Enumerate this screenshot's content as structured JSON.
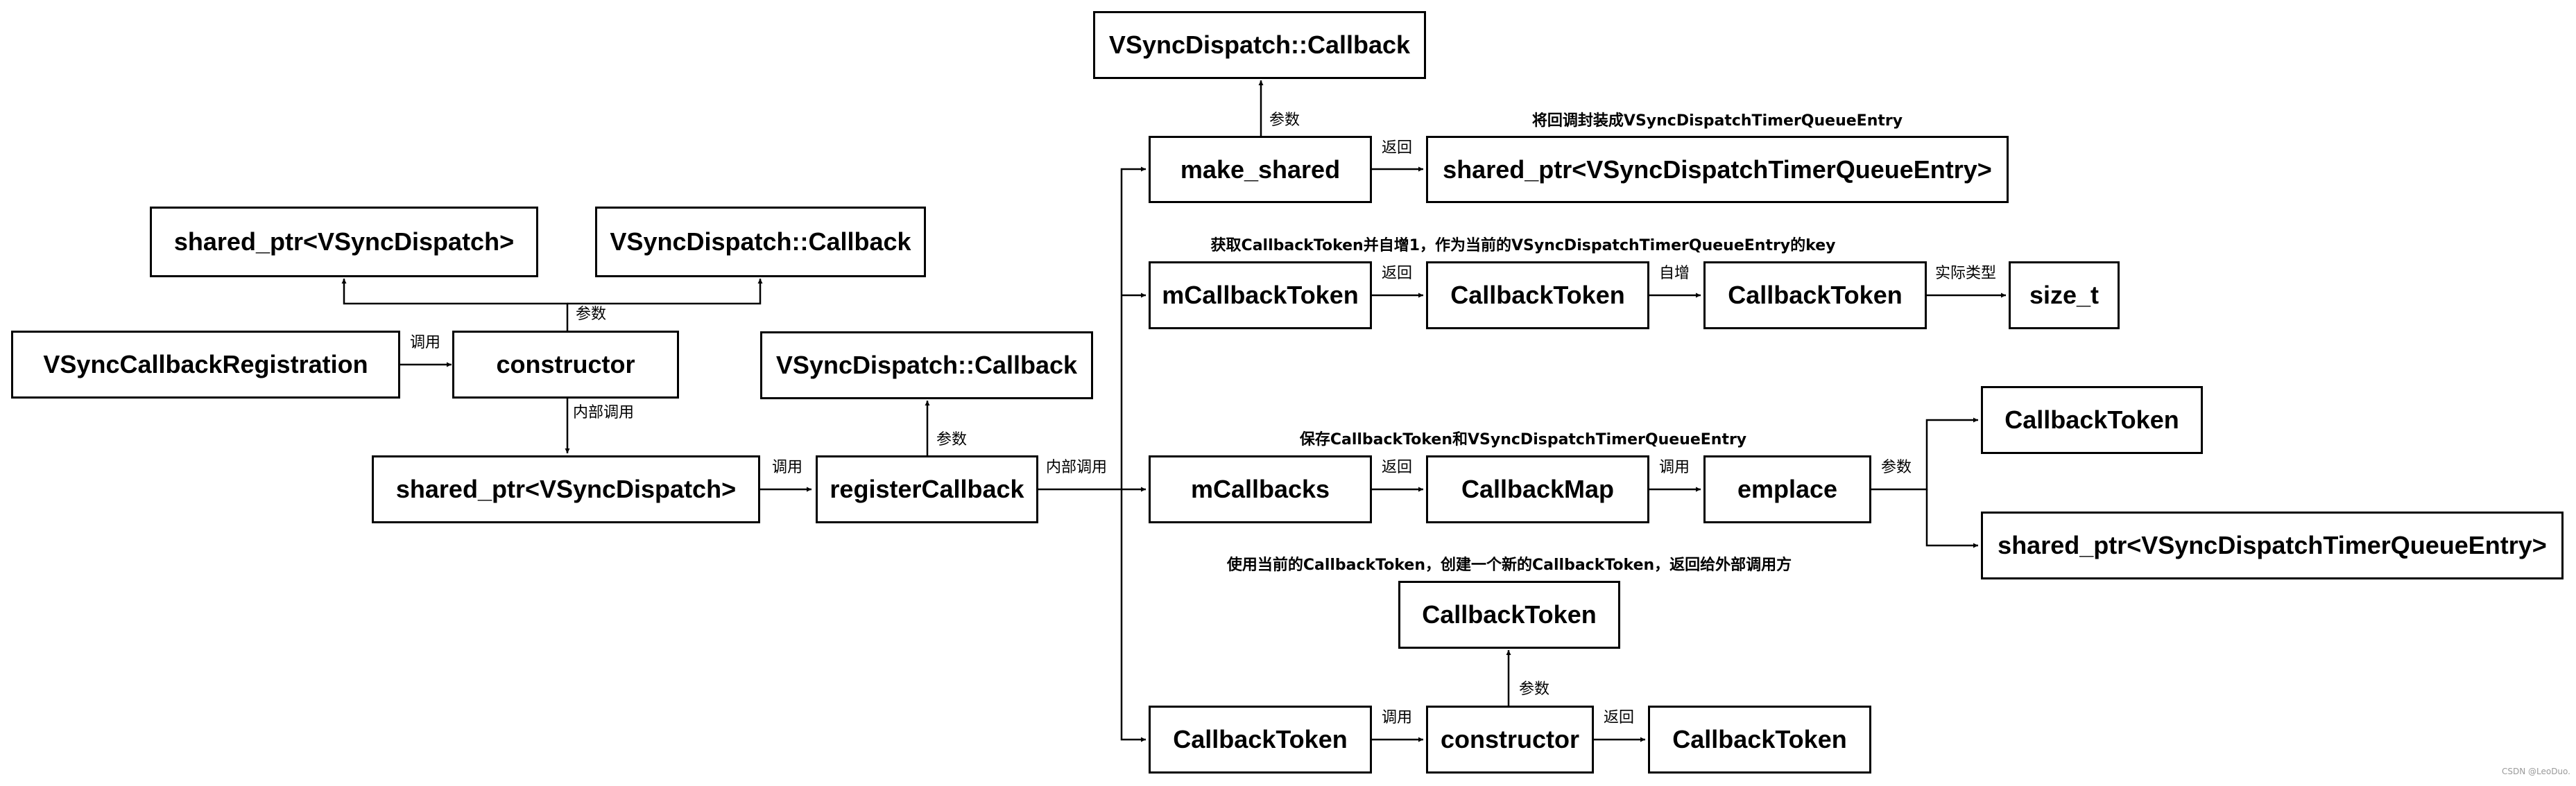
{
  "nodes": {
    "vsync_callback_registration": "VSyncCallbackRegistration",
    "constructor_main": "constructor",
    "shared_ptr_dispatch_top": "shared_ptr<VSyncDispatch>",
    "dispatch_callback_top": "VSyncDispatch::Callback",
    "shared_ptr_dispatch_mid": "shared_ptr<VSyncDispatch>",
    "register_callback": "registerCallback",
    "dispatch_callback_mid": "VSyncDispatch::Callback",
    "dispatch_callback_upper": "VSyncDispatch::Callback",
    "make_shared": "make_shared",
    "shared_ptr_entry_return": "shared_ptr<VSyncDispatchTimerQueueEntry>",
    "m_callback_token": "mCallbackToken",
    "callback_token_return": "CallbackToken",
    "callback_token_increment": "CallbackToken",
    "size_t": "size_t",
    "m_callbacks": "mCallbacks",
    "callback_map": "CallbackMap",
    "emplace": "emplace",
    "callback_token_param": "CallbackToken",
    "shared_ptr_entry_param": "shared_ptr<VSyncDispatchTimerQueueEntry>",
    "callback_token_input": "CallbackToken",
    "constructor_token": "constructor",
    "callback_token_arg": "CallbackToken",
    "callback_token_out": "CallbackToken"
  },
  "labels": {
    "call_1": "调用",
    "param_1": "参数",
    "internal_call_1": "内部调用",
    "call_2": "调用",
    "param_2": "参数",
    "internal_call_2": "内部调用",
    "param_3": "参数",
    "return_1": "返回",
    "return_2": "返回",
    "increment": "自增",
    "actual_type": "实际类型",
    "return_3": "返回",
    "call_3": "调用",
    "param_4": "参数",
    "call_4": "调用",
    "param_5": "参数",
    "return_4": "返回"
  },
  "notes": {
    "wrap_entry": "将回调封装成VSyncDispatchTimerQueueEntry",
    "get_token": "获取CallbackToken并自增1，作为当前的VSyncDispatchTimerQueueEntry的key",
    "save_entry": "保存CallbackToken和VSyncDispatchTimerQueueEntry",
    "new_token": "使用当前的CallbackToken，创建一个新的CallbackToken，返回给外部调用方"
  },
  "watermark": "CSDN @LeoDuo."
}
